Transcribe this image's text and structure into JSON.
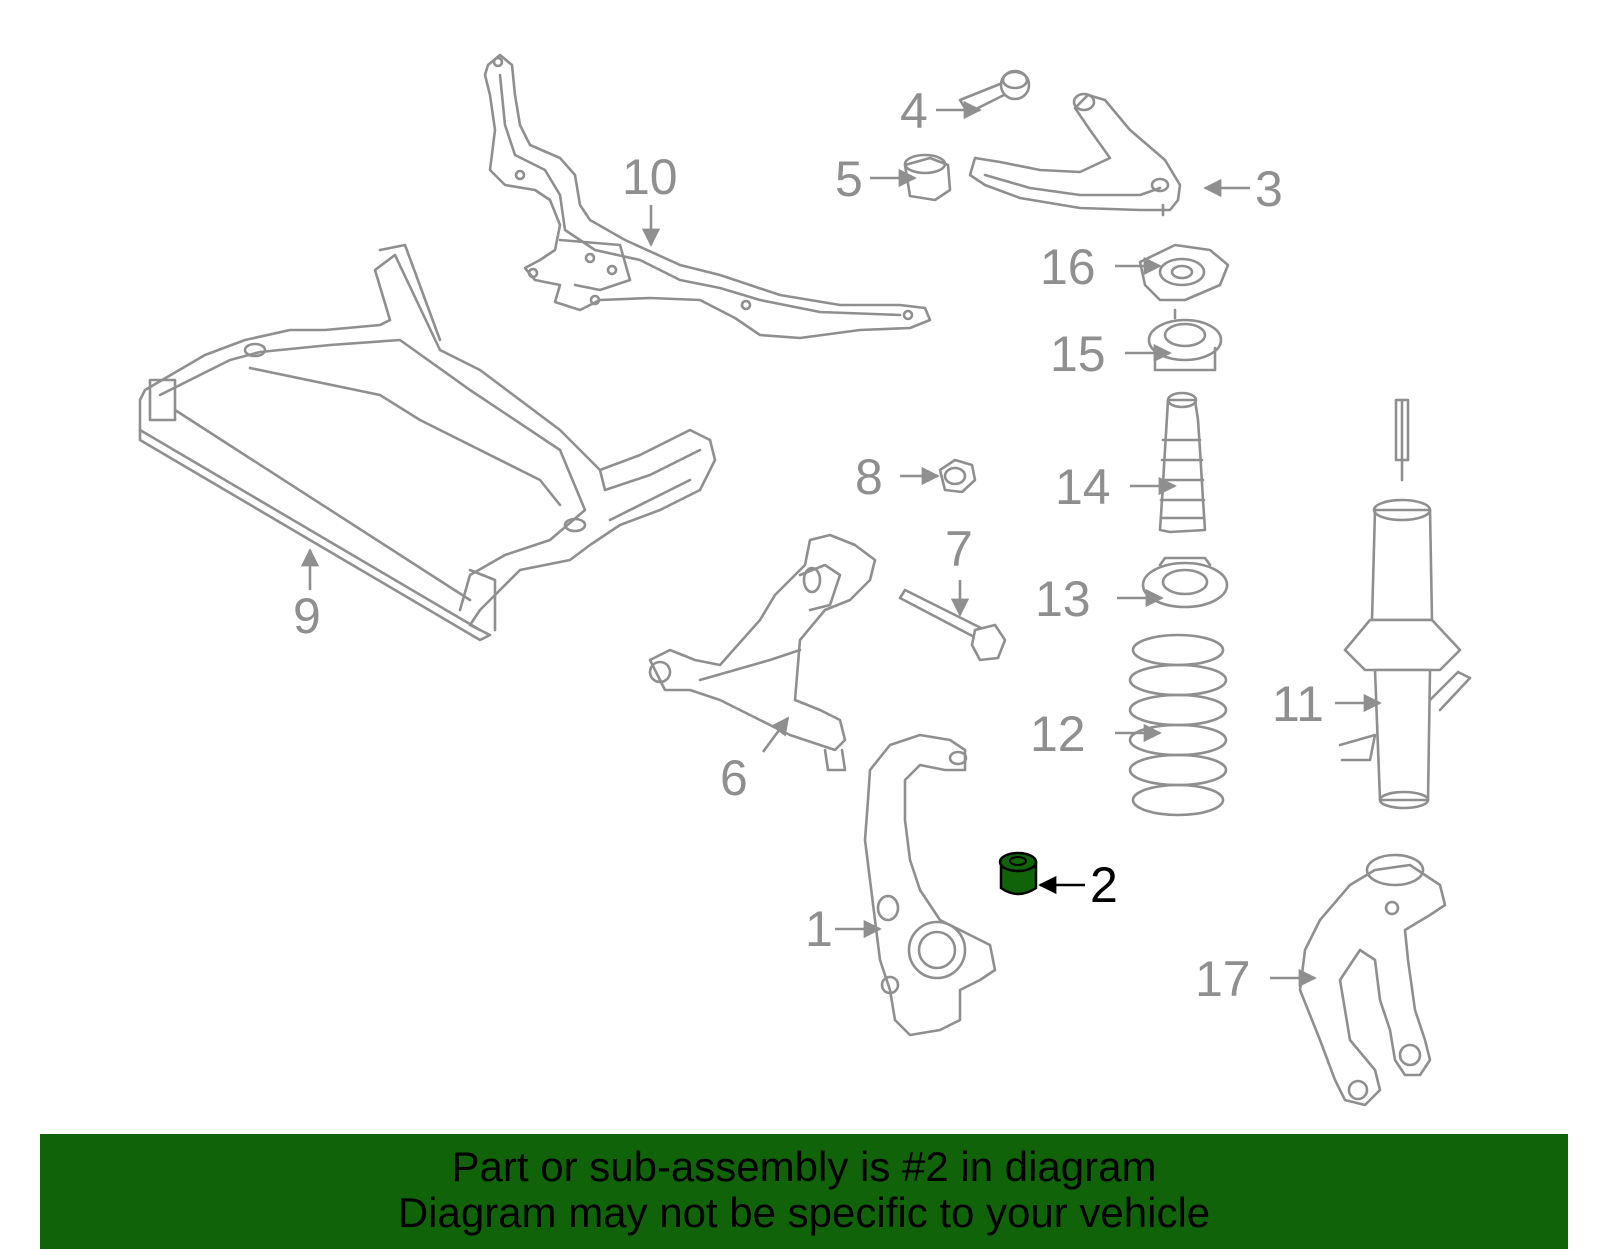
{
  "highlight_color": "#116309",
  "label_color": "#8f8f8f",
  "selected_part": "2",
  "callouts": [
    "1",
    "2",
    "3",
    "4",
    "5",
    "6",
    "7",
    "8",
    "9",
    "10",
    "11",
    "12",
    "13",
    "14",
    "15",
    "16",
    "17"
  ],
  "banner": {
    "line1": "Part or sub-assembly is #2 in diagram",
    "line2": "Diagram may not be specific to your vehicle"
  }
}
